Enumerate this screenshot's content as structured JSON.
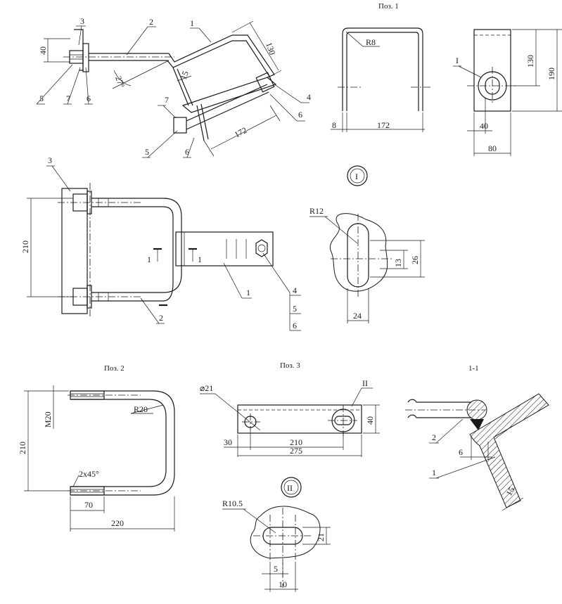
{
  "drawing": {
    "views": {
      "pos1": {
        "title": "Поз. 1",
        "radius": "R8",
        "dims": {
          "width": "172",
          "end": "8",
          "height": "130",
          "total": "190",
          "slot_w": "40",
          "plate_w": "80"
        },
        "callout": "I"
      },
      "pos2": {
        "title": "Поз. 2",
        "thread": "M20",
        "radius": "R20",
        "chamfer": "2x45°",
        "dims": {
          "height": "210",
          "thread_len": "70",
          "length": "220"
        }
      },
      "pos3": {
        "title": "Поз. 3",
        "hole": "⌀21",
        "callout": "II",
        "dims": {
          "edge": "30",
          "mid": "210",
          "total": "275",
          "height": "40"
        }
      },
      "section": {
        "title": "1-1",
        "dims": {
          "a": "6",
          "b": "15"
        }
      },
      "detail1": {
        "label": "I",
        "radius": "R12",
        "dims": {
          "slot": "13",
          "outer": "26",
          "width": "24"
        }
      },
      "detail2": {
        "label": "II",
        "radius": "R10.5",
        "dims": {
          "height": "21",
          "a": "5",
          "b": "10"
        }
      },
      "assembly_top": {
        "dims": {
          "h40": "40",
          "angle": "27°",
          "d15": "15",
          "d130": "130",
          "d172": "172"
        }
      },
      "assembly_side": {
        "dims": {
          "height": "210"
        },
        "section_mark": "1"
      }
    },
    "leaders": [
      "1",
      "2",
      "3",
      "4",
      "5",
      "6",
      "7"
    ]
  }
}
